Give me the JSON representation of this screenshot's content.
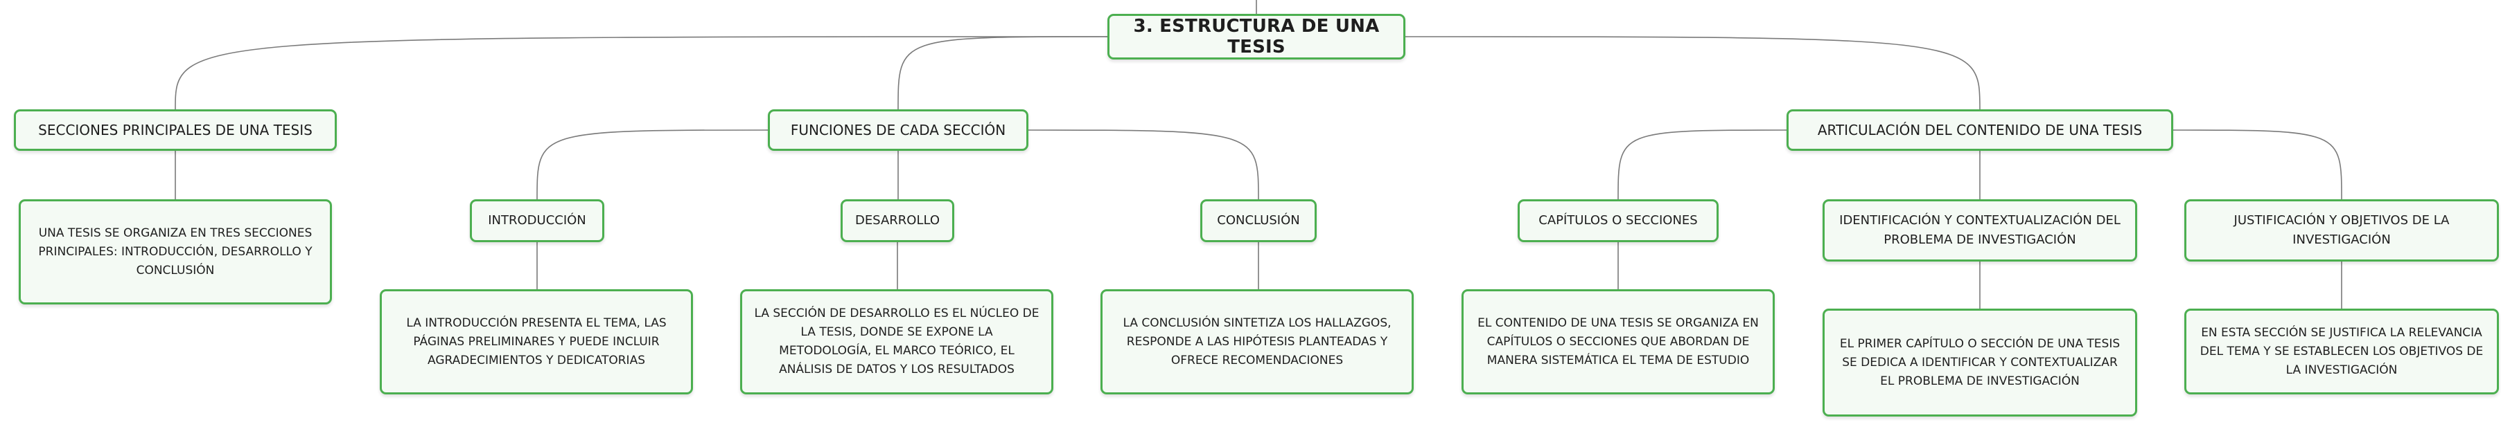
{
  "diagram": {
    "root": {
      "label": "3. ESTRUCTURA DE UNA TESIS"
    },
    "branches": [
      {
        "label": "SECCIONES PRINCIPALES DE UNA TESIS",
        "children": [
          {
            "label": "UNA TESIS SE ORGANIZA EN TRES SECCIONES PRINCIPALES: INTRODUCCIÓN, DESARROLLO Y CONCLUSIÓN"
          }
        ]
      },
      {
        "label": "FUNCIONES DE CADA SECCIÓN",
        "children": [
          {
            "label": "INTRODUCCIÓN",
            "detail": "LA INTRODUCCIÓN PRESENTA EL TEMA, LAS PÁGINAS PRELIMINARES Y PUEDE INCLUIR AGRADECIMIENTOS Y DEDICATORIAS"
          },
          {
            "label": "DESARROLLO",
            "detail": "LA SECCIÓN DE DESARROLLO ES EL NÚCLEO DE LA TESIS, DONDE SE EXPONE LA METODOLOGÍA, EL MARCO TEÓRICO, EL ANÁLISIS DE DATOS Y LOS RESULTADOS"
          },
          {
            "label": "CONCLUSIÓN",
            "detail": "LA CONCLUSIÓN SINTETIZA LOS HALLAZGOS, RESPONDE A LAS HIPÓTESIS PLANTEADAS Y OFRECE RECOMENDACIONES"
          }
        ]
      },
      {
        "label": "ARTICULACIÓN DEL CONTENIDO DE UNA TESIS",
        "children": [
          {
            "label": "CAPÍTULOS O SECCIONES",
            "detail": "EL CONTENIDO DE UNA TESIS SE ORGANIZA EN CAPÍTULOS O SECCIONES QUE ABORDAN DE MANERA SISTEMÁTICA EL TEMA DE ESTUDIO"
          },
          {
            "label": "IDENTIFICACIÓN Y CONTEXTUALIZACIÓN DEL PROBLEMA DE INVESTIGACIÓN",
            "detail": "EL PRIMER CAPÍTULO O SECCIÓN DE UNA TESIS SE DEDICA A IDENTIFICAR Y CONTEXTUALIZAR EL PROBLEMA DE INVESTIGACIÓN"
          },
          {
            "label": "JUSTIFICACIÓN Y OBJETIVOS DE LA INVESTIGACIÓN",
            "detail": "EN ESTA SECCIÓN SE JUSTIFICA LA RELEVANCIA DEL TEMA Y SE ESTABLECEN LOS OBJETIVOS DE LA INVESTIGACIÓN"
          }
        ]
      }
    ]
  }
}
